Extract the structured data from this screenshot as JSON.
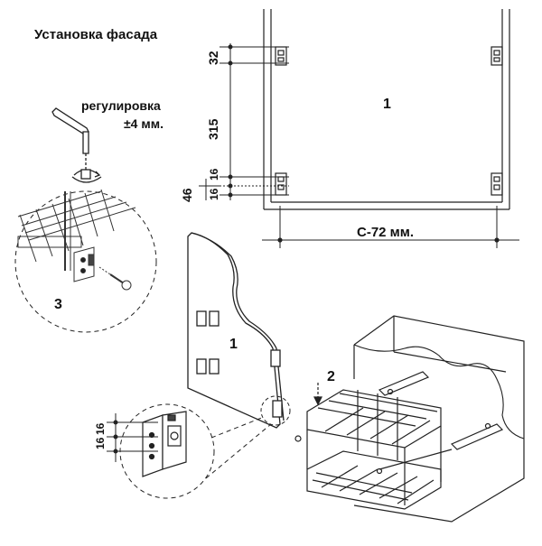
{
  "title": "Установка фасада",
  "adjustment": {
    "line1": "регулировка",
    "line2": "±4 мм."
  },
  "dimensions": {
    "top_gap": "32",
    "middle_span": "315",
    "lower_a": "16",
    "lower_b": "16",
    "lower_total": "46",
    "width": "С-72 мм.",
    "detail_a": "16",
    "detail_b": "16"
  },
  "part_labels": {
    "front_panel_top": "1",
    "front_panel_side": "1",
    "basket": "2",
    "detail_circle": "3"
  }
}
